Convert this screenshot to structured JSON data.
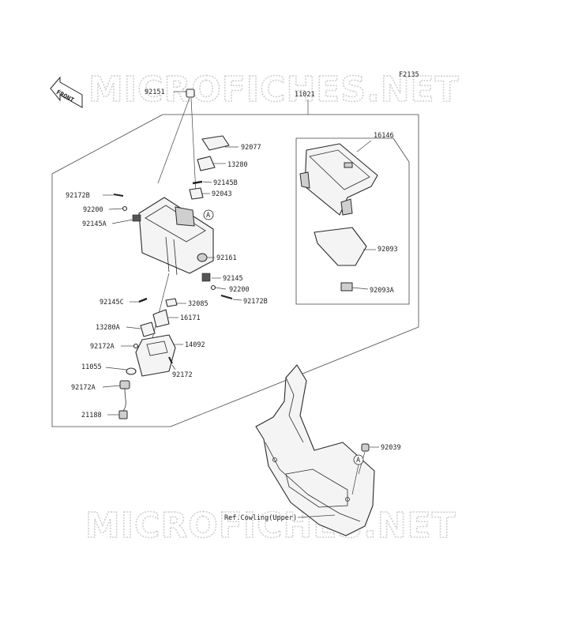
{
  "diagram_code": "F2135",
  "front_label": "FRONT",
  "watermark": "MICROFICHES.NET",
  "callout_letter": "A",
  "parts": {
    "p92151": "92151",
    "p11021": "11021",
    "p92077": "92077",
    "p13280": "13280",
    "p92145B": "92145B",
    "p92043": "92043",
    "p92172B_a": "92172B",
    "p92200_a": "92200",
    "p92145A": "92145A",
    "p92161": "92161",
    "p92145": "92145",
    "p92200_b": "92200",
    "p92172B_b": "92172B",
    "p92145C": "92145C",
    "p32085": "32085",
    "p16171": "16171",
    "p13280A": "13280A",
    "p92172A_a": "92172A",
    "p14092": "14092",
    "p11055": "11055",
    "p92172": "92172",
    "p92172A_b": "92172A",
    "p21188": "21188",
    "p16146": "16146",
    "p92093": "92093",
    "p92093A": "92093A",
    "p92039": "92039",
    "ref_cowling": "Ref.Cowling(Upper)"
  }
}
